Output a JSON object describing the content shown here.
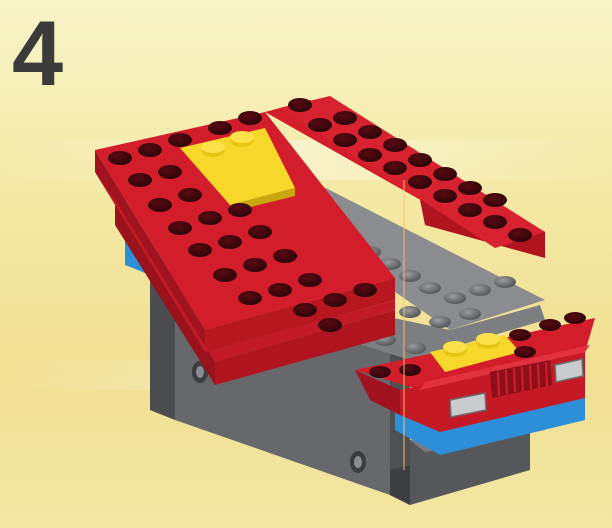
{
  "step": {
    "number": "4"
  },
  "colors": {
    "background_light": "#f7f2bf",
    "background_warm": "#f1dc86",
    "brick_red": "#d41d2b",
    "brick_red_dark": "#8c0f1a",
    "brick_gray": "#6a6c70",
    "brick_gray_light": "#8e9094",
    "brick_yellow": "#f7d72a",
    "brick_blue": "#2d8fd8",
    "number_text": "#3b3b3b"
  },
  "illustration": {
    "subject": "lego-vehicle-build-step",
    "parts": [
      "red-plate-top",
      "gray-chassis",
      "yellow-tiles",
      "blue-trim",
      "front-grille",
      "headlights"
    ]
  }
}
